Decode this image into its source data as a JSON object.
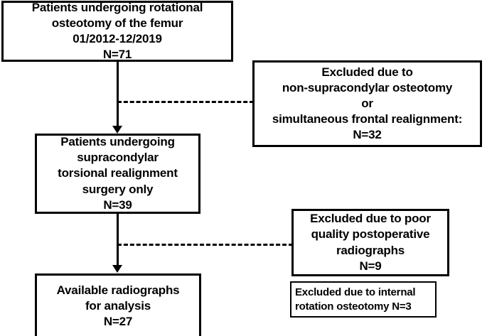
{
  "figure": {
    "type": "flowchart",
    "title": "Patient inclusion flow diagram",
    "orientation": "top-to-bottom",
    "colors": {
      "background": "#ffffff",
      "border": "#000000",
      "text": "#000000"
    }
  },
  "nodes": {
    "cohort": {
      "id": "box-cohort",
      "role": "primary",
      "lines": [
        "Patients undergoing rotational",
        "osteotomy of the femur",
        "01/2012-12/2019",
        "N=71"
      ],
      "count_label": "N=71",
      "count": 71
    },
    "excluded_1": {
      "id": "box-excl-1",
      "role": "exclusion",
      "lines": [
        "Excluded due to",
        "non-supracondylar osteotomy",
        "or",
        "simultaneous frontal realignment:",
        "N=32"
      ],
      "count_label": "N=32",
      "count": 32
    },
    "supracondylar": {
      "id": "box-supracond",
      "role": "primary",
      "lines": [
        "Patients undergoing",
        "supracondylar",
        "torsional realignment",
        "surgery only",
        "N=39"
      ],
      "count_label": "N=39",
      "count": 39
    },
    "excluded_2": {
      "id": "box-excl-2",
      "role": "exclusion",
      "lines": [
        "Excluded due to poor",
        "quality postoperative",
        "radiographs",
        "N=9"
      ],
      "count_label": "N=9",
      "count": 9
    },
    "excluded_3": {
      "id": "box-excl-3",
      "role": "exclusion-note",
      "lines": [
        "Excluded due to internal",
        "rotation osteotomy N=3"
      ],
      "count_label": "N=3",
      "count": 3
    },
    "available": {
      "id": "box-available",
      "role": "primary",
      "lines": [
        "Available radiographs",
        "for analysis",
        "N=27"
      ],
      "count_label": "N=27",
      "count": 27
    }
  },
  "connectors": [
    {
      "name": "cohort-to-supracondylar",
      "style": "solid-arrow",
      "from": "cohort",
      "to": "supracondylar"
    },
    {
      "name": "cohort-to-excluded-1",
      "style": "dashed",
      "from": "cohort",
      "to": "excluded_1"
    },
    {
      "name": "supracondylar-to-available",
      "style": "solid-arrow",
      "from": "supracondylar",
      "to": "available"
    },
    {
      "name": "supracondylar-to-excluded-2",
      "style": "dashed",
      "from": "supracondylar",
      "to": "excluded_2"
    }
  ]
}
